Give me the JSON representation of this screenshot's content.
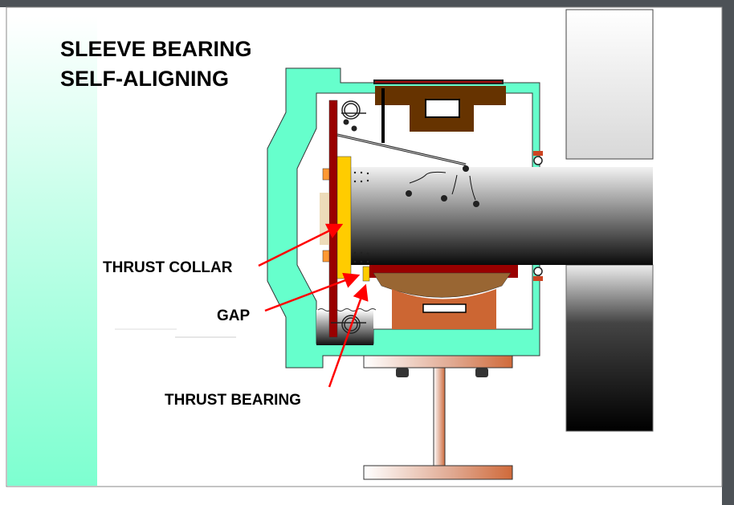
{
  "slide": {
    "title_line1": "SLEEVE BEARING",
    "title_line2": "SELF-ALIGNING"
  },
  "labels": {
    "thrust_collar": "THRUST COLLAR",
    "gap": "GAP",
    "thrust_bearing": "THRUST BEARING"
  },
  "colors": {
    "housing": "#66ffcc",
    "thrust_plate": "#990000",
    "thrust_collar": "#ffcc00",
    "upper_bearing": "#663300",
    "lower_liner": "#996633",
    "lower_block": "#cc6633",
    "arrow": "#ff0000"
  }
}
